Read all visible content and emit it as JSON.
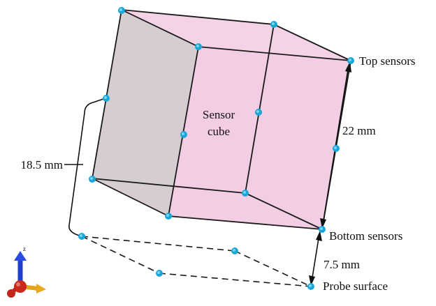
{
  "labels": {
    "top_sensors": "Top sensors",
    "bottom_sensors": "Bottom sensors",
    "probe_surface": "Probe surface",
    "cube_line1": "Sensor",
    "cube_line2": "cube",
    "dim_22": "22 mm",
    "dim_18_5": "18.5 mm",
    "dim_7_5": "7.5 mm",
    "axis_z": "z"
  },
  "colors": {
    "cube_face": "#f4d3e6",
    "cube_face_dark": "#ecc2dc",
    "side_face": "#d6cdd3",
    "sensor": "#1aa7d8",
    "axis_z": "#1f3fd0",
    "axis_x": "#c0261a",
    "axis_y": "#e3a21c"
  },
  "icons": [
    "coordinate-axes-icon"
  ]
}
